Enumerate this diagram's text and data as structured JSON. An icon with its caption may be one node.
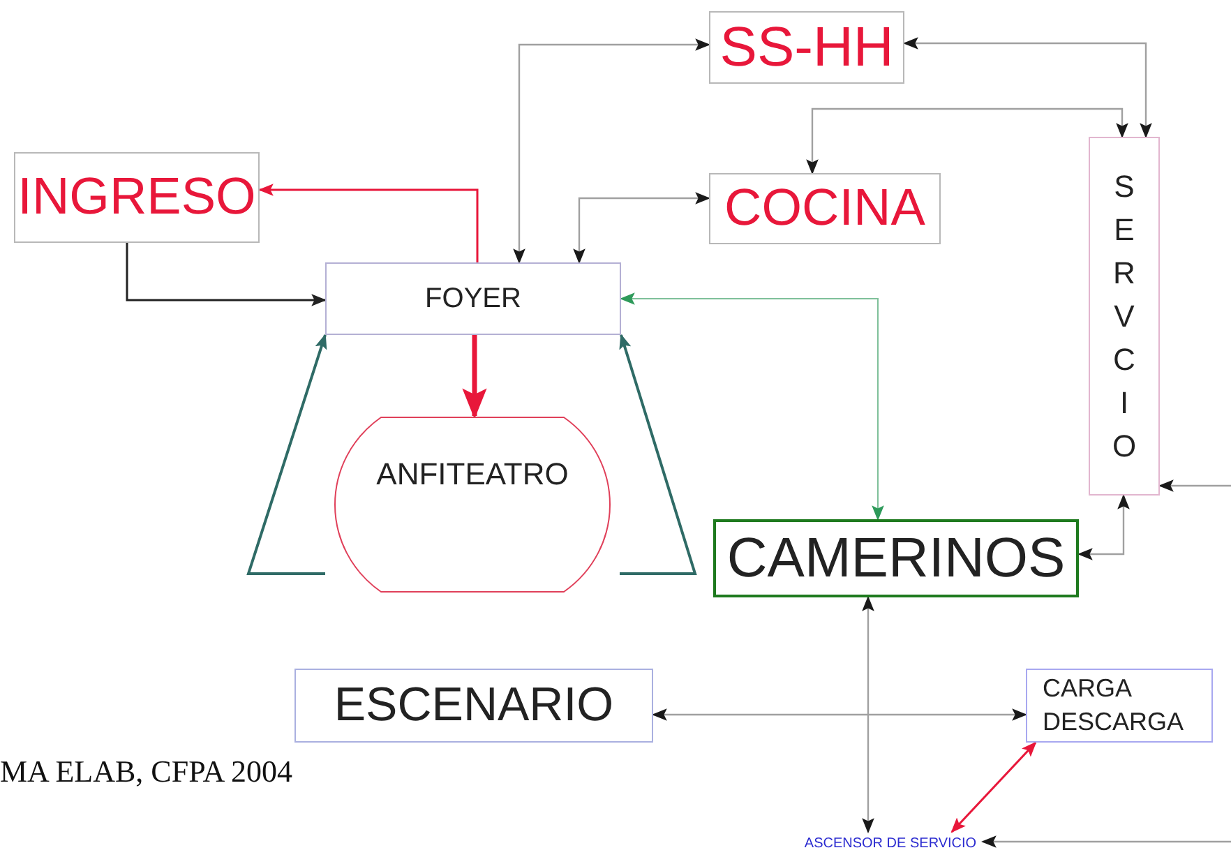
{
  "diagram": {
    "nodes": [
      {
        "text": [
          "SS-HH"
        ]
      },
      {
        "text": [
          "INGRESO"
        ]
      },
      {
        "text": [
          "COCINA"
        ]
      },
      {
        "text": [
          "SERVCIO"
        ]
      },
      {
        "text": [
          "FOYER"
        ]
      },
      {
        "text": [
          "ANFITEATRO"
        ]
      },
      {
        "text": [
          "CAMERINOS"
        ]
      },
      {
        "text": [
          "ESCENARIO"
        ]
      },
      {
        "text": [
          "CARGA DESCARGA"
        ]
      },
      {
        "text": [
          "ASCENSOR DE SERVICIO"
        ]
      }
    ],
    "edges": [
      {
        "from": 4,
        "to": 0,
        "arrow": "both"
      },
      {
        "from": 0,
        "to": 3,
        "arrow": "both"
      },
      {
        "from": 3,
        "to": 2,
        "arrow": "both"
      },
      {
        "from": 4,
        "to": 2,
        "arrow": "both"
      },
      {
        "from": 4,
        "to": 1,
        "arrow": "to",
        "color": "#e8173a"
      },
      {
        "from": 1,
        "to": 4,
        "arrow": "to",
        "color": "#222222"
      },
      {
        "from": 4,
        "to": 5,
        "arrow": "to",
        "style": "thick",
        "color": "#e8173a"
      },
      {
        "from": 5,
        "to": 4,
        "arrow": "to",
        "color": "#2f6b66"
      },
      {
        "from": 5,
        "to": 4,
        "arrow": "to",
        "color": "#2f6b66"
      },
      {
        "from": 4,
        "to": 6,
        "arrow": "both",
        "color": "#7fc09a"
      },
      {
        "from": 3,
        "to": 6,
        "arrow": "both"
      },
      {
        "from": null,
        "to": 3,
        "arrow": "to"
      },
      {
        "from": 6,
        "to": 9,
        "arrow": "both"
      },
      {
        "from": 7,
        "to": 8,
        "arrow": "both"
      },
      {
        "from": 8,
        "to": 9,
        "arrow": "both",
        "color": "#e8173a"
      },
      {
        "from": null,
        "to": 9,
        "arrow": "to"
      }
    ],
    "labels": [
      "MA ELAB, CFPA 2004"
    ]
  }
}
